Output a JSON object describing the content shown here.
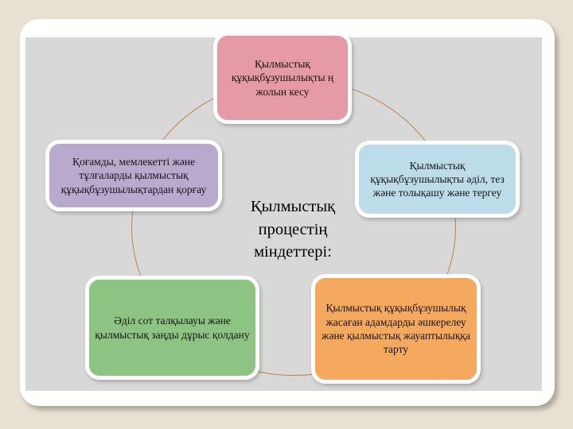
{
  "slide": {
    "background_color": "#e7e0d3",
    "frame_color": "#ffffff",
    "panel_color": "#d8d8d8",
    "circle_outline_color": "#c0804a",
    "text_color": "#141414"
  },
  "diagram": {
    "type": "cycle",
    "center_title": "Қылмыстық процестің міндеттері:",
    "nodes": [
      {
        "id": "top",
        "label": "Қылмыстық құқықбұзушылықты ң жолын кесу",
        "color": "#e69aa5"
      },
      {
        "id": "right",
        "label": "Қылмыстық құқықбұзушылықты әділ, тез және толықашу және тергеу",
        "color": "#bddcea"
      },
      {
        "id": "bottom-right",
        "label": "Қылмыстық құқықбұзушылық жасаған адамдарды әшкерелеу және қылмыстық жауаптылыққа тарту",
        "color": "#f5a95f"
      },
      {
        "id": "bottom-left",
        "label": "Әділ сот талқылауы және қылмыстық заңды дұрыс қолдану",
        "color": "#8ec483"
      },
      {
        "id": "top-left",
        "label": "Қоғамды, мемлекетті және тұлғаларды қылмыстық құқықбұзушылықтардан қорғау",
        "color": "#b7aacd"
      }
    ]
  }
}
